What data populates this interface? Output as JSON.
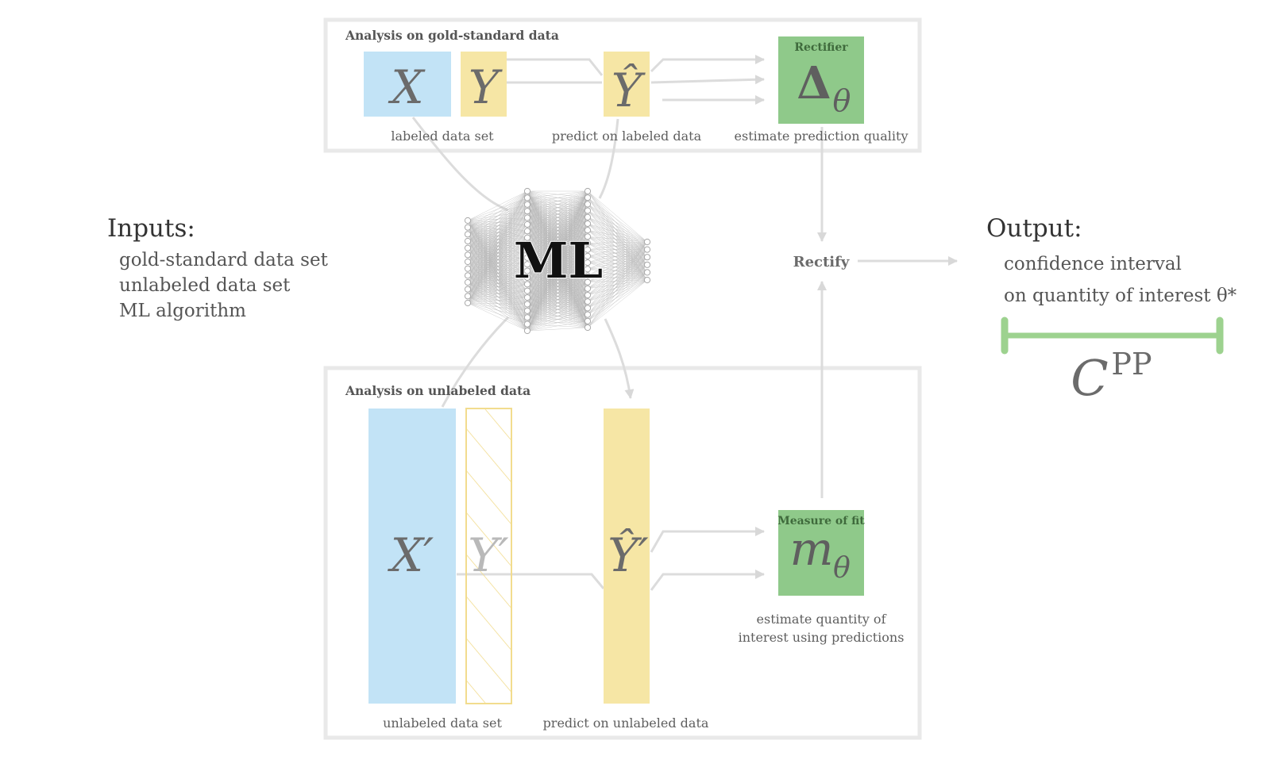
{
  "inputs": {
    "heading": "Inputs:",
    "items": [
      "gold-standard data set",
      "unlabeled data set",
      "ML algorithm"
    ]
  },
  "gold_panel": {
    "title": "Analysis on gold-standard data",
    "x_label": "X",
    "y_label": "Y",
    "yhat_label": "Ŷ",
    "rectifier_title": "Rectifier",
    "rectifier_symbol": "Δ",
    "rectifier_sub": "θ",
    "caption_labeled": "labeled data set",
    "caption_predict": "predict on labeled data",
    "caption_quality": "estimate prediction quality"
  },
  "unlabeled_panel": {
    "title": "Analysis on unlabeled data",
    "x_label": "X′",
    "y_label": "Y′",
    "yhat_label": "Ŷ′",
    "fit_title": "Measure of fit",
    "fit_symbol": "m",
    "fit_sub": "θ",
    "caption_unlabeled": "unlabeled data set",
    "caption_predict": "predict on unlabeled data",
    "caption_estimate_line1": "estimate quantity of",
    "caption_estimate_line2": "interest using predictions"
  },
  "ml_label": "ML",
  "rectify_label": "Rectify",
  "output": {
    "heading": "Output:",
    "line1": "confidence interval",
    "line2": "on quantity of interest θ*",
    "ci_symbol": "C",
    "ci_superscript": "PP"
  },
  "colors": {
    "blue": "#c2e3f6",
    "yellow": "#f6e6a5",
    "green": "#8fc98a",
    "green_ci": "#9dd28f",
    "panel_border": "#e9e9e9",
    "arrow": "#d8d8d8",
    "network": "#b4b4b4",
    "symbol": "#6b6b6b",
    "caption": "#5e5e5e"
  }
}
